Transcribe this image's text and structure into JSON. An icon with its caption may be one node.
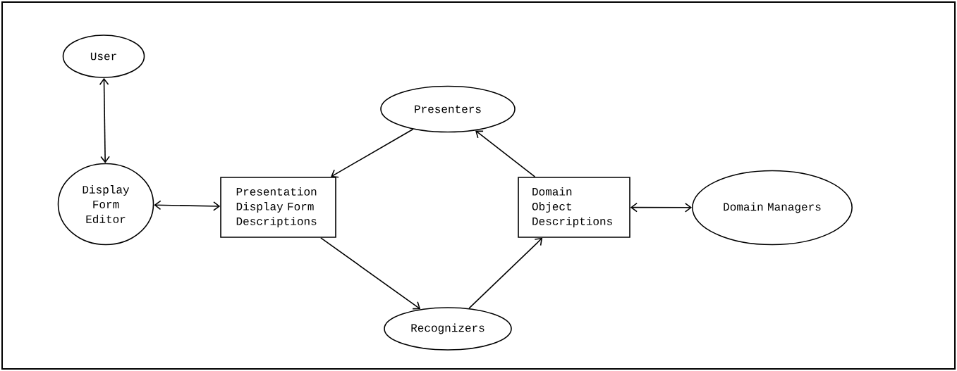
{
  "diagram": {
    "nodes": [
      {
        "text": [
          "User"
        ]
      },
      {
        "text": [
          "Display Form Editor"
        ]
      },
      {
        "text": [
          "Presentation Display Form Descriptions"
        ]
      },
      {
        "text": [
          "Presenters"
        ]
      },
      {
        "text": [
          "Domain Object Descriptions"
        ]
      },
      {
        "text": [
          "Domain Managers"
        ]
      },
      {
        "text": [
          "Recognizers"
        ]
      }
    ],
    "edges": [
      {
        "from": 0,
        "to": 1,
        "arrow": "both"
      },
      {
        "from": 1,
        "to": 2,
        "arrow": "both"
      },
      {
        "from": 3,
        "to": 2,
        "arrow": "to"
      },
      {
        "from": 2,
        "to": 6,
        "arrow": "to"
      },
      {
        "from": 6,
        "to": 4,
        "arrow": "to"
      },
      {
        "from": 4,
        "to": 3,
        "arrow": "to"
      },
      {
        "from": 4,
        "to": 5,
        "arrow": "both"
      }
    ]
  }
}
